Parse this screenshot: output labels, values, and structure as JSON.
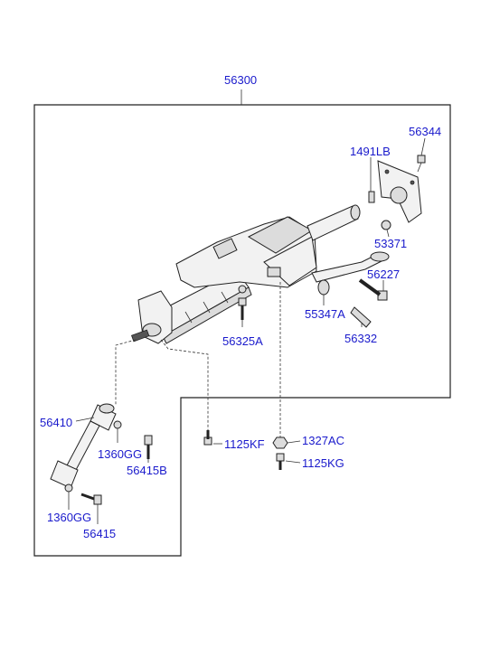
{
  "diagram": {
    "assembly_label": "56300",
    "part_labels": {
      "p56344": "56344",
      "p1491LB": "1491LB",
      "p53371": "53371",
      "p56227": "56227",
      "p55347A": "55347A",
      "p56332": "56332",
      "p56325A": "56325A",
      "p56410": "56410",
      "p1360GG_a": "1360GG",
      "p56415B": "56415B",
      "p1360GG_b": "1360GG",
      "p56415": "56415",
      "p1125KF": "1125KF",
      "p1327AC": "1327AC",
      "p1125KG": "1125KG"
    },
    "label_color": "#1a1acc",
    "line_color": "#222222"
  }
}
